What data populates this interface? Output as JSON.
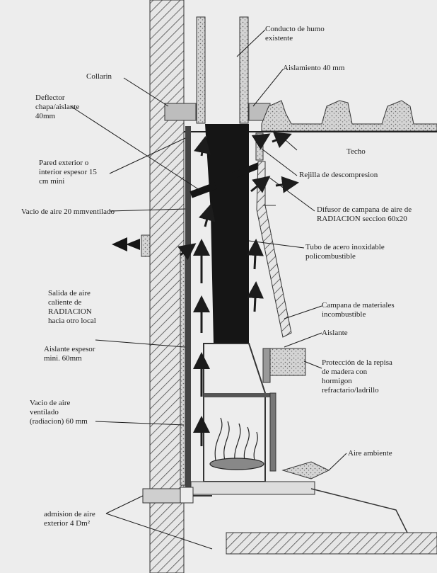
{
  "labels": {
    "conducto": "Conducto de humo\nexistente",
    "collarin": "Collarin",
    "aislamiento40": "Aislamiento 40 mm",
    "deflector": "Deflector\nchapa/aislante\n40mm",
    "techo": "Techo",
    "pared": "Pared exterior o\ninterior espesor 15\ncm mini",
    "rejilla": "Rejilla de descompresion",
    "difusor": "Difusor de campana de aire de\nRADIACION seccion 60x20",
    "vacio20": "Vacio de aire 20 mmventilado",
    "tubo": "Tubo de acero inoxidable\npolicombustible",
    "salida": "Salida de aire\ncaliente de\nRADIACION\nhacia otro local",
    "campana": "Campana de materiales\nincombustible",
    "aislante": "Aislante",
    "aislanteEspesor": "Aislante espesor\nmini. 60mm",
    "proteccion": "Protección de la repisa\nde madera con\nhormigon\nrefractario/ladrillo",
    "vacio60": "Vacio de aire\nventilado\n(radiacion) 60 mm",
    "aireAmbiente": "Aire ambiente",
    "admision": "admision de aire\nexterior 4 Dm²"
  },
  "colors": {
    "ink": "#1c1c1c",
    "paper": "#ededed",
    "flue": "#151515",
    "hatch": "#555555"
  }
}
